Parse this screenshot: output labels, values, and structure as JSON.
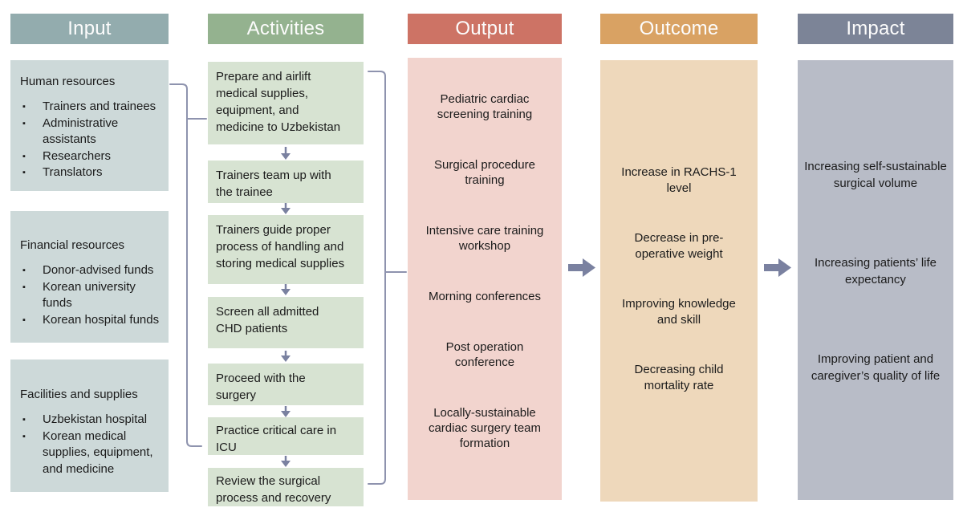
{
  "palette": {
    "input_header": "#93acae",
    "input_box": "#cdd9d9",
    "activities_header": "#94b28f",
    "activities_box": "#d7e3d2",
    "output_header": "#cd7365",
    "output_box": "#f2d4ce",
    "outcome_header": "#d9a263",
    "outcome_box": "#eed8bb",
    "impact_header": "#7c8497",
    "impact_box": "#b8bcc7",
    "connector": "#8e93ae",
    "arrow": "#7a81a0",
    "text": "#1b1b1b",
    "header_text": "#fcfcfc"
  },
  "icons": {
    "down_arrow": "↓",
    "right_block_arrow": "➜",
    "brace_connector": "}"
  },
  "columns": {
    "input": {
      "header": "Input",
      "boxes": [
        {
          "title": "Human resources",
          "items": [
            "Trainers and trainees",
            "Administrative assistants",
            "Researchers",
            "Translators"
          ]
        },
        {
          "title": "Financial resources",
          "items": [
            "Donor-advised funds",
            "Korean university funds",
            "Korean hospital funds"
          ]
        },
        {
          "title": "Facilities and supplies",
          "items": [
            "Uzbekistan hospital",
            "Korean medical supplies, equipment, and medicine"
          ]
        }
      ]
    },
    "activities": {
      "header": "Activities",
      "steps": [
        "Prepare and airlift medical supplies, equipment, and medicine to Uzbekistan",
        "Trainers team up with the trainee",
        "Trainers guide proper process of handling and storing medical supplies",
        "Screen all admitted CHD patients",
        "Proceed with the surgery",
        "Practice critical care in ICU",
        "Review the surgical process and recovery"
      ]
    },
    "output": {
      "header": "Output",
      "items": [
        "Pediatric cardiac screening training",
        "Surgical procedure training",
        "Intensive care training workshop",
        "Morning conferences",
        "Post operation conference",
        "Locally-sustainable cardiac surgery team formation"
      ]
    },
    "outcome": {
      "header": "Outcome",
      "items": [
        "Increase in RACHS-1 level",
        "Decrease in pre-operative weight",
        "Improving knowledge and skill",
        "Decreasing child mortality rate"
      ]
    },
    "impact": {
      "header": "Impact",
      "items": [
        "Increasing self-sustainable surgical volume",
        "Increasing patients’ life expectancy",
        "Improving patient and caregiver’s quality of life"
      ]
    }
  }
}
